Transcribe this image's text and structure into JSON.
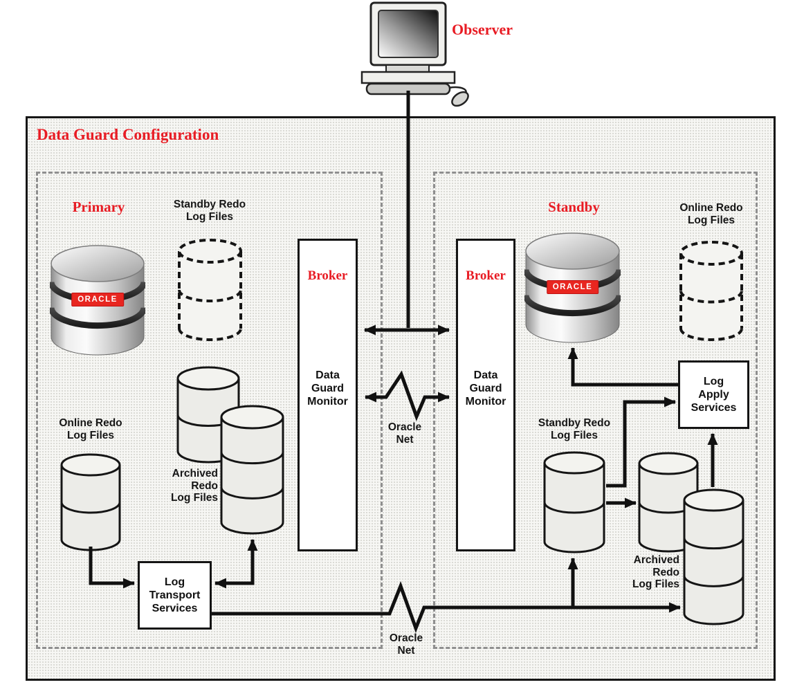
{
  "colors": {
    "accent_red": "#e81c24",
    "line_ink": "#111111",
    "badge_red": "#e82620"
  },
  "observer": {
    "label": "Observer"
  },
  "config": {
    "title": "Data Guard Configuration"
  },
  "primary": {
    "heading": "Primary",
    "db_badge": "ORACLE",
    "standby_redo_label": "Standby Redo\nLog Files",
    "online_redo_label": "Online Redo\nLog Files",
    "archived_label": "Archived\nRedo\nLog Files",
    "transport_box_label": "Log\nTransport\nServices",
    "broker_heading": "Broker",
    "monitor_label": "Data\nGuard\nMonitor"
  },
  "standby": {
    "heading": "Standby",
    "db_badge": "ORACLE",
    "online_redo_label": "Online Redo\nLog Files",
    "standby_redo_label": "Standby Redo\nLog Files",
    "archived_label": "Archived\nRedo\nLog Files",
    "apply_box_label": "Log\nApply\nServices",
    "broker_heading": "Broker",
    "monitor_label": "Data\nGuard\nMonitor"
  },
  "network": {
    "mid_label": "Oracle\nNet",
    "bottom_label": "Oracle\nNet"
  }
}
